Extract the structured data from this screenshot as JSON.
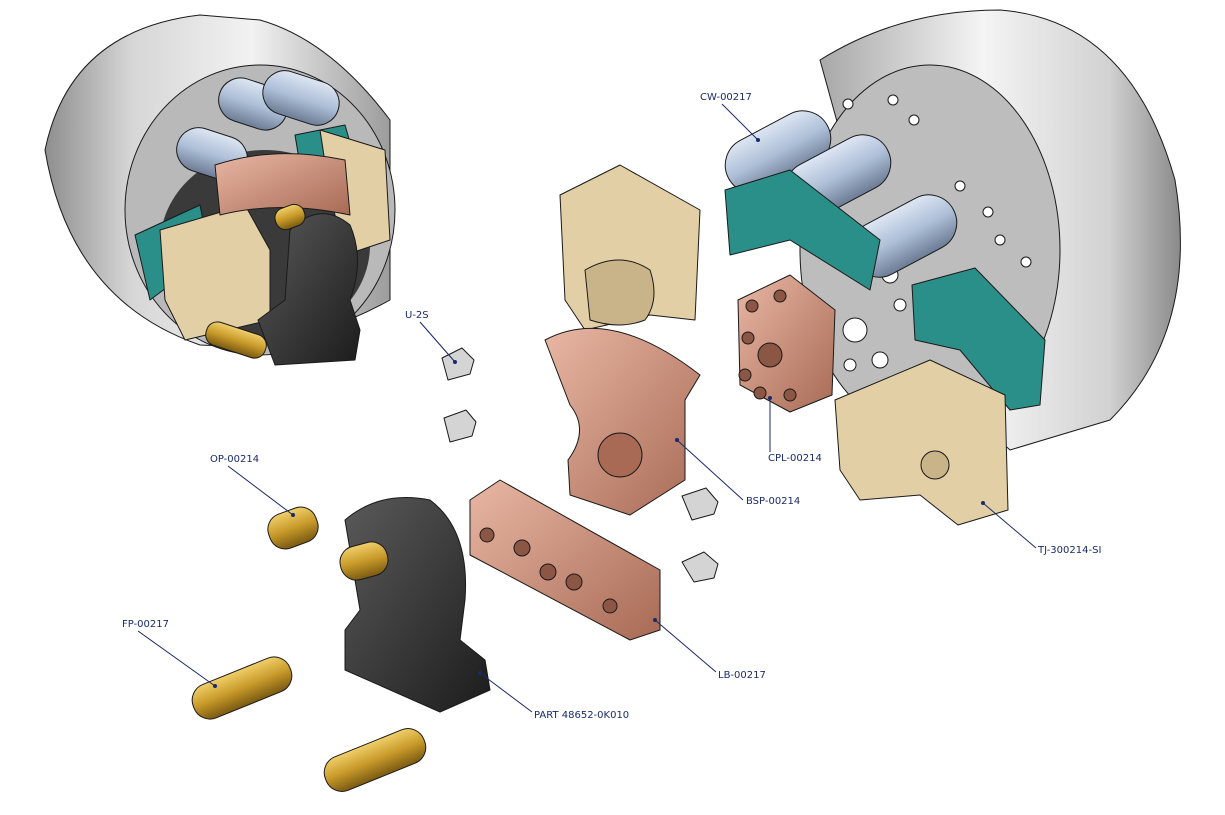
{
  "callouts": {
    "cw": "CW-00217",
    "u2s": "U-2S",
    "op": "OP-00214",
    "fp": "FP-00217",
    "bsp": "BSP-00214",
    "cpl": "CPL-00214",
    "tj": "TJ-300214-SI",
    "lb": "LB-00217",
    "part": "PART 48652-0K010"
  },
  "colors": {
    "chuck_body": "#c9c9c9",
    "jaw_tan": "#e2cfa5",
    "teal_slide": "#2a8f88",
    "copper": "#c68f7a",
    "brass": "#c89a2a",
    "cylinder_blue": "#aebfd8",
    "black_part": "#2c2c2c",
    "callout": "#1a2a6c"
  }
}
